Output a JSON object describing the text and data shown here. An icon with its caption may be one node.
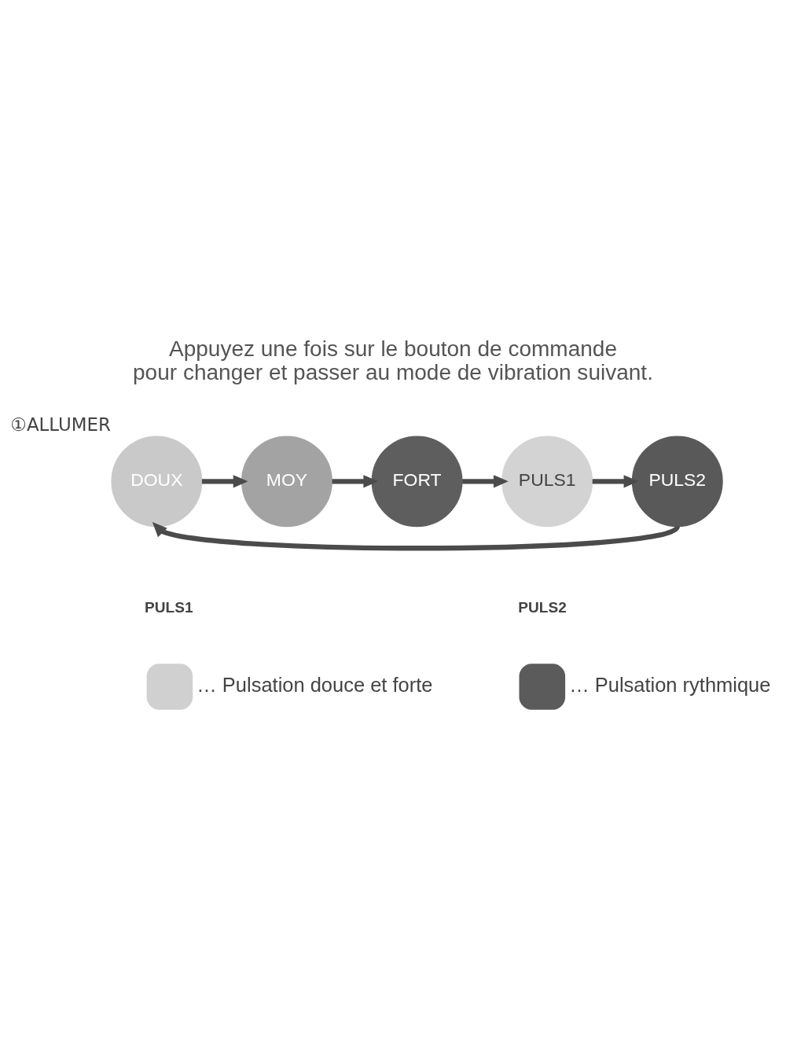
{
  "diagram": {
    "title": "Appuyez une fois sur le bouton de commande pour changer et passer au mode de vibration suivant.",
    "nodes": [
      {
        "text": [
          "DOUX"
        ],
        "beside": [
          "①ALLUMER"
        ]
      },
      {
        "text": [
          "MOY"
        ]
      },
      {
        "text": [
          "FORT"
        ]
      },
      {
        "text": [
          "PULS1"
        ]
      },
      {
        "text": [
          "PULS2"
        ]
      }
    ],
    "edges": [
      {
        "from": 0,
        "to": 1,
        "arrow": "to"
      },
      {
        "from": 1,
        "to": 2,
        "arrow": "to"
      },
      {
        "from": 2,
        "to": 3,
        "arrow": "to"
      },
      {
        "from": 3,
        "to": 4,
        "arrow": "to"
      },
      {
        "from": 4,
        "to": 0,
        "arrow": "to"
      }
    ],
    "labels": [
      "PULS1",
      "PULS2"
    ],
    "legend": [
      {
        "text": "… Pulsation douce et forte",
        "color": "#d0d0d0"
      },
      {
        "text": "… Pulsation rythmique",
        "color": "#5b5b5b"
      }
    ]
  }
}
